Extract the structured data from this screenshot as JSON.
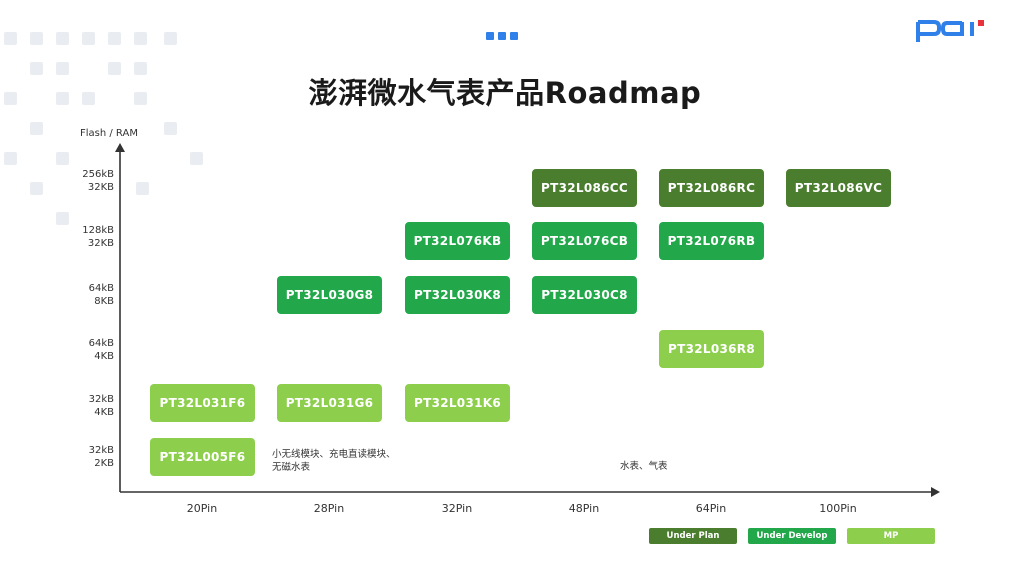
{
  "slide": {
    "title": "澎湃微水气表产品Roadmap"
  },
  "colors": {
    "under_plan": "#4a7e2e",
    "under_develop": "#22a84a",
    "mp": "#8dcf4c",
    "brand_blue": "#2f80e8",
    "brand_red": "#e8323c"
  },
  "chart_data": {
    "type": "table",
    "y_axis_title": "Flash / RAM",
    "x_categories": [
      "20Pin",
      "28Pin",
      "32Pin",
      "48Pin",
      "64Pin",
      "100Pin"
    ],
    "y_categories": [
      "32kB\n2KB",
      "32kB\n4KB",
      "64kB\n4KB",
      "64kB\n8KB",
      "128kB\n32KB",
      "256kB\n32KB"
    ],
    "products": [
      {
        "name": "PT32L086CC",
        "pin": "48Pin",
        "memory": "256kB / 32KB",
        "status": "Under Plan"
      },
      {
        "name": "PT32L086RC",
        "pin": "64Pin",
        "memory": "256kB / 32KB",
        "status": "Under Plan"
      },
      {
        "name": "PT32L086VC",
        "pin": "100Pin",
        "memory": "256kB / 32KB",
        "status": "Under Plan"
      },
      {
        "name": "PT32L076KB",
        "pin": "32Pin",
        "memory": "128kB / 32KB",
        "status": "Under Develop"
      },
      {
        "name": "PT32L076CB",
        "pin": "48Pin",
        "memory": "128kB / 32KB",
        "status": "Under Develop"
      },
      {
        "name": "PT32L076RB",
        "pin": "64Pin",
        "memory": "128kB / 32KB",
        "status": "Under Develop"
      },
      {
        "name": "PT32L030G8",
        "pin": "28Pin",
        "memory": "64kB / 8KB",
        "status": "Under Develop"
      },
      {
        "name": "PT32L030K8",
        "pin": "32Pin",
        "memory": "64kB / 8KB",
        "status": "Under Develop"
      },
      {
        "name": "PT32L030C8",
        "pin": "48Pin",
        "memory": "64kB / 8KB",
        "status": "Under Develop"
      },
      {
        "name": "PT32L036R8",
        "pin": "64Pin",
        "memory": "64kB / 4KB",
        "status": "MP"
      },
      {
        "name": "PT32L031F6",
        "pin": "20Pin",
        "memory": "32kB / 4KB",
        "status": "MP"
      },
      {
        "name": "PT32L031G6",
        "pin": "28Pin",
        "memory": "32kB / 4KB",
        "status": "MP"
      },
      {
        "name": "PT32L031K6",
        "pin": "32Pin",
        "memory": "32kB / 4KB",
        "status": "MP"
      },
      {
        "name": "PT32L005F6",
        "pin": "20Pin",
        "memory": "32kB / 2KB",
        "status": "MP"
      }
    ],
    "annotations": [
      "小无线模块、充电直读模块、\n无磁水表",
      "水表、气表"
    ],
    "legend": [
      "Under Plan",
      "Under Develop",
      "MP"
    ],
    "legend_position": "bottom-right"
  }
}
